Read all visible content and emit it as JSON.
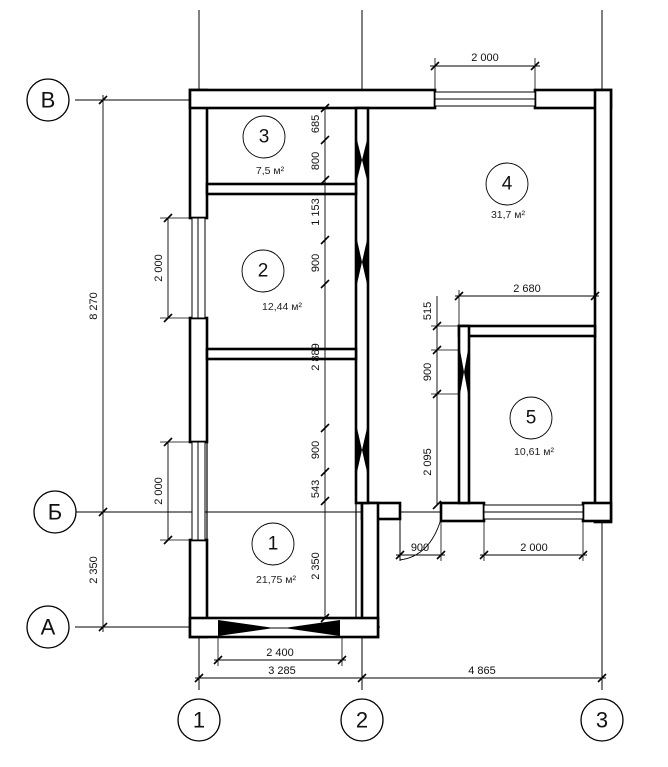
{
  "axes": {
    "vertical": [
      "1",
      "2",
      "3"
    ],
    "horizontal": [
      "В",
      "Б",
      "А"
    ]
  },
  "rooms": [
    {
      "number": "1",
      "area": "21,75 м²"
    },
    {
      "number": "2",
      "area": "12,44 м²"
    },
    {
      "number": "3",
      "area": "7,5 м²"
    },
    {
      "number": "4",
      "area": "31,7 м²"
    },
    {
      "number": "5",
      "area": "10,61 м²"
    }
  ],
  "dimensions": {
    "top_window": "2 000",
    "left_total": "8 270",
    "left_bottom": "2 350",
    "left_window_upper": "2 000",
    "left_window_lower": "2 000",
    "bottom_window": "2 400",
    "bottom_axis_1_2": "3 285",
    "bottom_axis_2_3": "4 865",
    "mid_685": "685",
    "mid_800": "800",
    "mid_1153": "1 153",
    "mid_900_upper": "900",
    "mid_2889": "2 889",
    "mid_900_lower": "900",
    "mid_543": "543",
    "mid_2350": "2 350",
    "room4_width": "2 680",
    "r5_515": "515",
    "r5_900": "900",
    "r5_2095": "2 095",
    "entry_door": "900",
    "room5_window": "2 000"
  }
}
